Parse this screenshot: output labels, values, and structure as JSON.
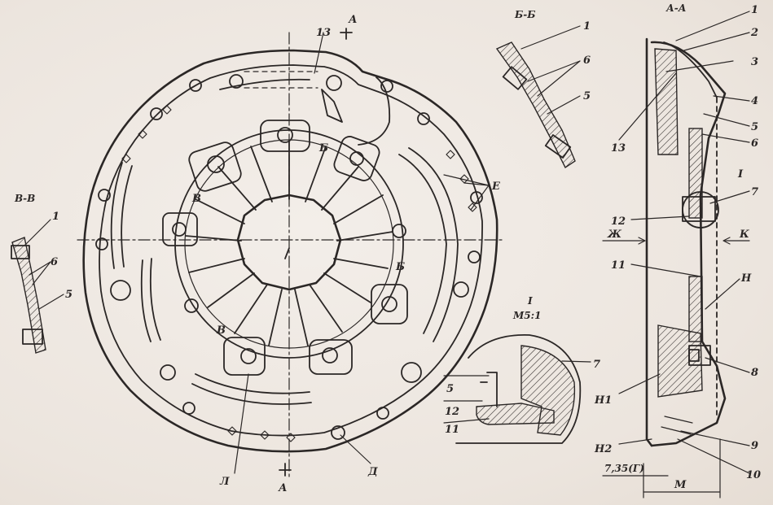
{
  "sections": {
    "main_section_marks": [
      "А",
      "А"
    ],
    "bb": {
      "title": "Б-Б",
      "parts": [
        "1",
        "6",
        "5"
      ]
    },
    "vv": {
      "title": "В-В",
      "parts": [
        "1",
        "6",
        "5"
      ]
    },
    "aa": {
      "title": "А-А",
      "parts": [
        "1",
        "2",
        "3",
        "4",
        "5",
        "6",
        "7",
        "8",
        "9",
        "10",
        "11",
        "12",
        "13"
      ],
      "letters": [
        "I",
        "Ж",
        "К",
        "Н",
        "Н1",
        "Н2",
        "М"
      ],
      "dimension": "7,35(Г)"
    },
    "detail": {
      "title": "I",
      "scale": "М5:1",
      "parts": [
        "5",
        "12",
        "11",
        "7"
      ]
    }
  },
  "main_view": {
    "labels": [
      "13",
      "Б",
      "Б",
      "В",
      "В",
      "Е",
      "Л",
      "Д"
    ]
  }
}
